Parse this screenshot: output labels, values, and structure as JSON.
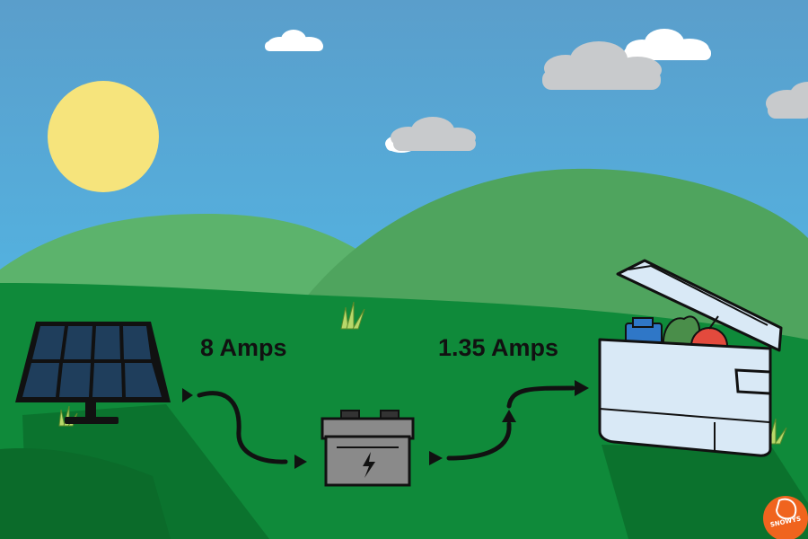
{
  "diagram": {
    "solar_current_label": "8 Amps",
    "cooler_current_label": "1.35 Amps",
    "logo_text": "SNOWYS"
  },
  "colors": {
    "sky_top": "#5a9ecb",
    "sky_bottom": "#4ec3f2",
    "sun": "#f6e47c",
    "hill_back": "#5cb36c",
    "hill_front": "#0f8a3a",
    "solar_panel_cell": "#1f3e5c",
    "battery": "#8a8a8a",
    "cooler": "#d9e9f6",
    "logo_badge": "#f0641e"
  },
  "icons": [
    "sun-icon",
    "cloud-icon",
    "solar-panel-icon",
    "battery-icon",
    "lightning-bolt-icon",
    "cooler-icon",
    "grass-icon",
    "arrow-icon",
    "snowys-logo-icon"
  ]
}
